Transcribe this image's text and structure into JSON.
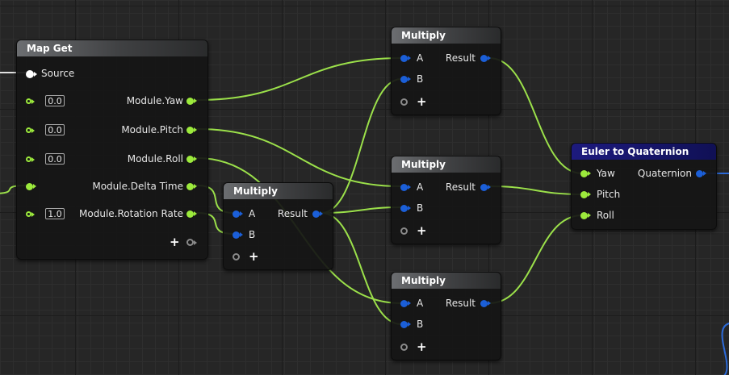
{
  "colors": {
    "float_pin": "#9cea3c",
    "vector_pin": "#1b5fd8",
    "exec_pin": "#ffffff",
    "wire": "#9be04a",
    "wire_blue": "#2c6ad8"
  },
  "map_get": {
    "title": "Map Get",
    "source_label": "Source",
    "outputs": [
      {
        "label": "Module.Yaw",
        "default": "0.0"
      },
      {
        "label": "Module.Pitch",
        "default": "0.0"
      },
      {
        "label": "Module.Roll",
        "default": "0.0"
      },
      {
        "label": "Module.Delta Time",
        "default": ""
      },
      {
        "label": "Module.Rotation Rate",
        "default": "1.0"
      }
    ],
    "add_pin": "+"
  },
  "multiply_left": {
    "title": "Multiply",
    "in_a": "A",
    "in_b": "B",
    "out": "Result",
    "add_pin": "+"
  },
  "multiply_top": {
    "title": "Multiply",
    "in_a": "A",
    "in_b": "B",
    "out": "Result",
    "add_pin": "+"
  },
  "multiply_mid": {
    "title": "Multiply",
    "in_a": "A",
    "in_b": "B",
    "out": "Result",
    "add_pin": "+"
  },
  "multiply_bot": {
    "title": "Multiply",
    "in_a": "A",
    "in_b": "B",
    "out": "Result",
    "add_pin": "+"
  },
  "euler": {
    "title": "Euler to Quaternion",
    "in_yaw": "Yaw",
    "in_pitch": "Pitch",
    "in_roll": "Roll",
    "out": "Quaternion"
  }
}
